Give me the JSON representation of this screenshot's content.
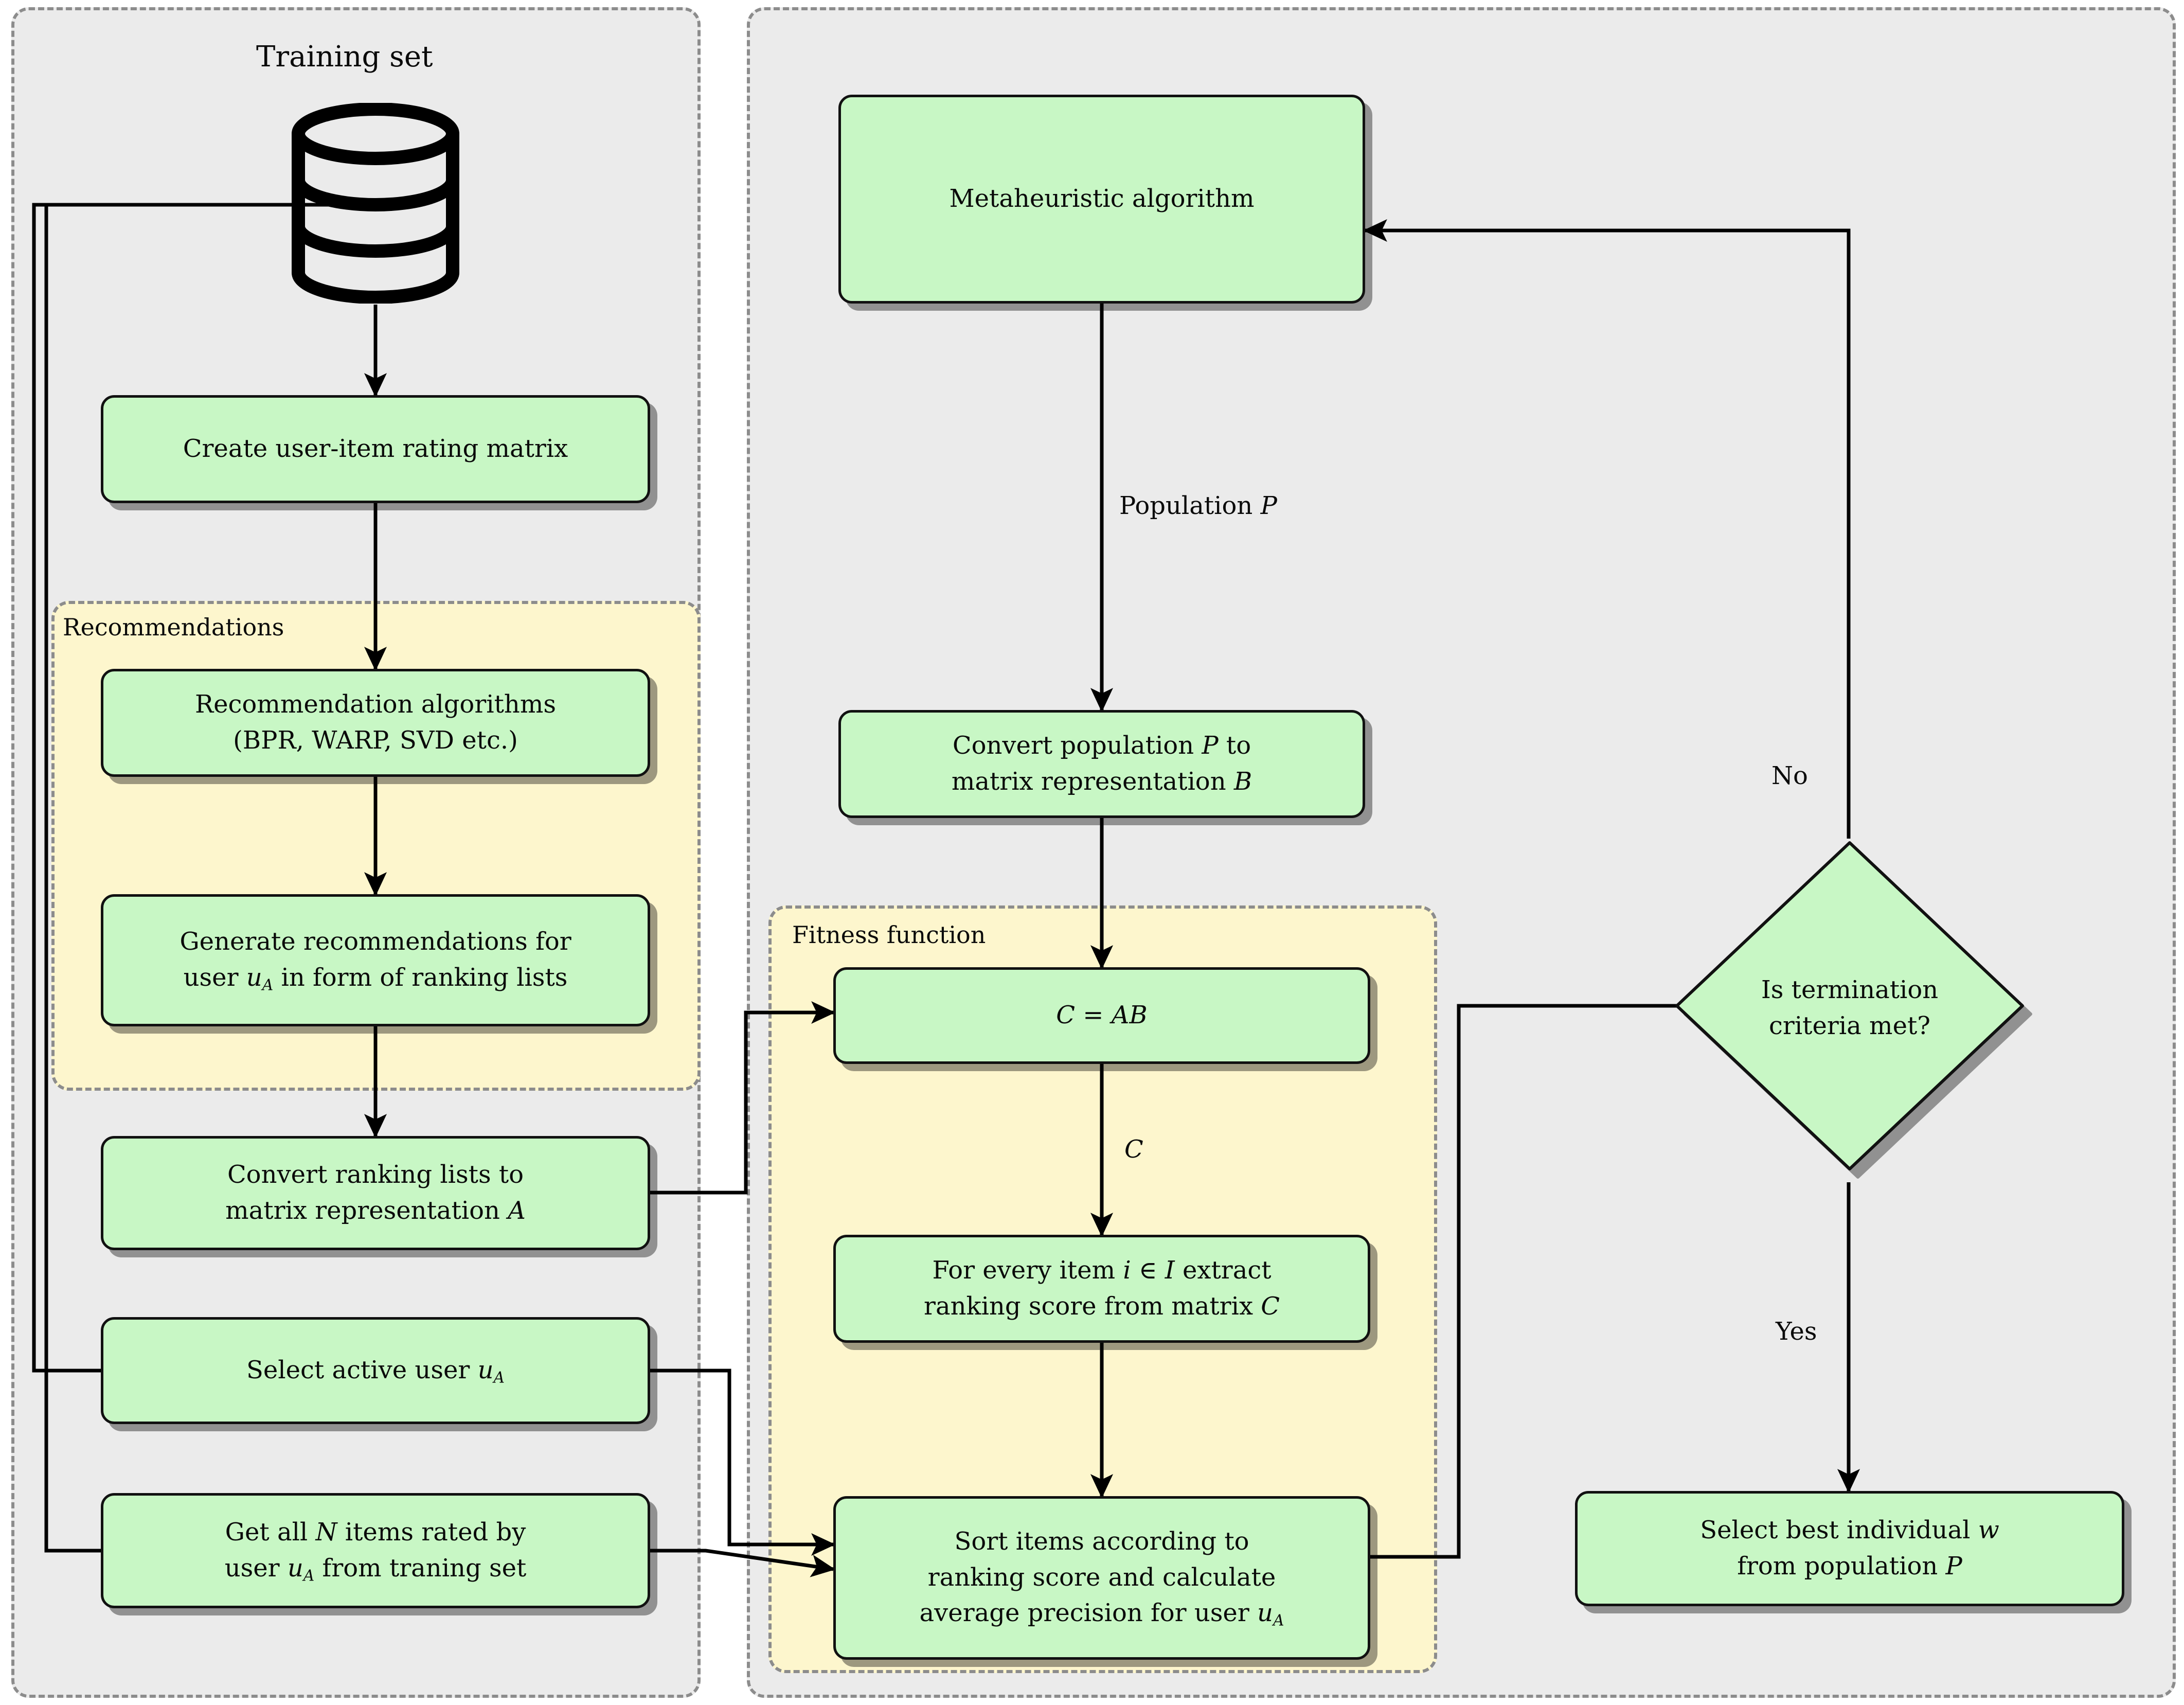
{
  "diagram": {
    "title_left": "Training set",
    "groups": [
      {
        "key": "training_set_panel",
        "label": ""
      },
      {
        "key": "recommendations_panel",
        "label": "Recommendations"
      },
      {
        "key": "right_panel",
        "label": ""
      },
      {
        "key": "fitness_panel",
        "label": "Fitness function"
      }
    ],
    "nodes": {
      "database": {
        "name": "training-set-database",
        "label": "Training set"
      },
      "create_matrix": {
        "lines": [
          "Create user-item rating matrix"
        ]
      },
      "rec_algorithms": {
        "lines": [
          "Recommendation algorithms",
          "(BPR, WARP, SVD etc.)"
        ]
      },
      "generate_recs": {
        "lines": [
          "Generate recommendations for",
          "user u_A in form of ranking lists"
        ]
      },
      "convert_lists": {
        "lines": [
          "Convert ranking lists to",
          "matrix representation A"
        ]
      },
      "select_user": {
        "lines": [
          "Select active user u_A"
        ]
      },
      "get_items": {
        "lines": [
          "Get all N items rated by",
          "user u_A from traning set"
        ]
      },
      "metaheuristic": {
        "lines": [
          "Metaheuristic algorithm"
        ]
      },
      "convert_population": {
        "lines": [
          "Convert population P to",
          "matrix representation B"
        ]
      },
      "c_eq_ab": {
        "lines": [
          "C = AB"
        ]
      },
      "extract_score": {
        "lines": [
          "For every item i ∈ I extract",
          "ranking score from matrix C"
        ]
      },
      "sort_items": {
        "lines": [
          "Sort items according to",
          "ranking score and calculate",
          "average precision for user u_A"
        ]
      },
      "termination": {
        "lines": [
          "Is termination",
          "criteria met?"
        ]
      },
      "select_best": {
        "lines": [
          "Select best individual w",
          "from population P"
        ]
      }
    },
    "edge_labels": {
      "population": "Population P",
      "matrix_c": "C",
      "no": "No",
      "yes": "Yes"
    },
    "colors": {
      "node_fill": "#c8f7c5",
      "node_stroke": "#111111",
      "group_gray": "#ebebeb",
      "group_yellow": "#fdf6cd",
      "group_dash": "#8c8c8c",
      "edge": "#000000",
      "shadow": "rgba(0,0,0,0.38)",
      "page_bg": "#ffffff"
    }
  }
}
